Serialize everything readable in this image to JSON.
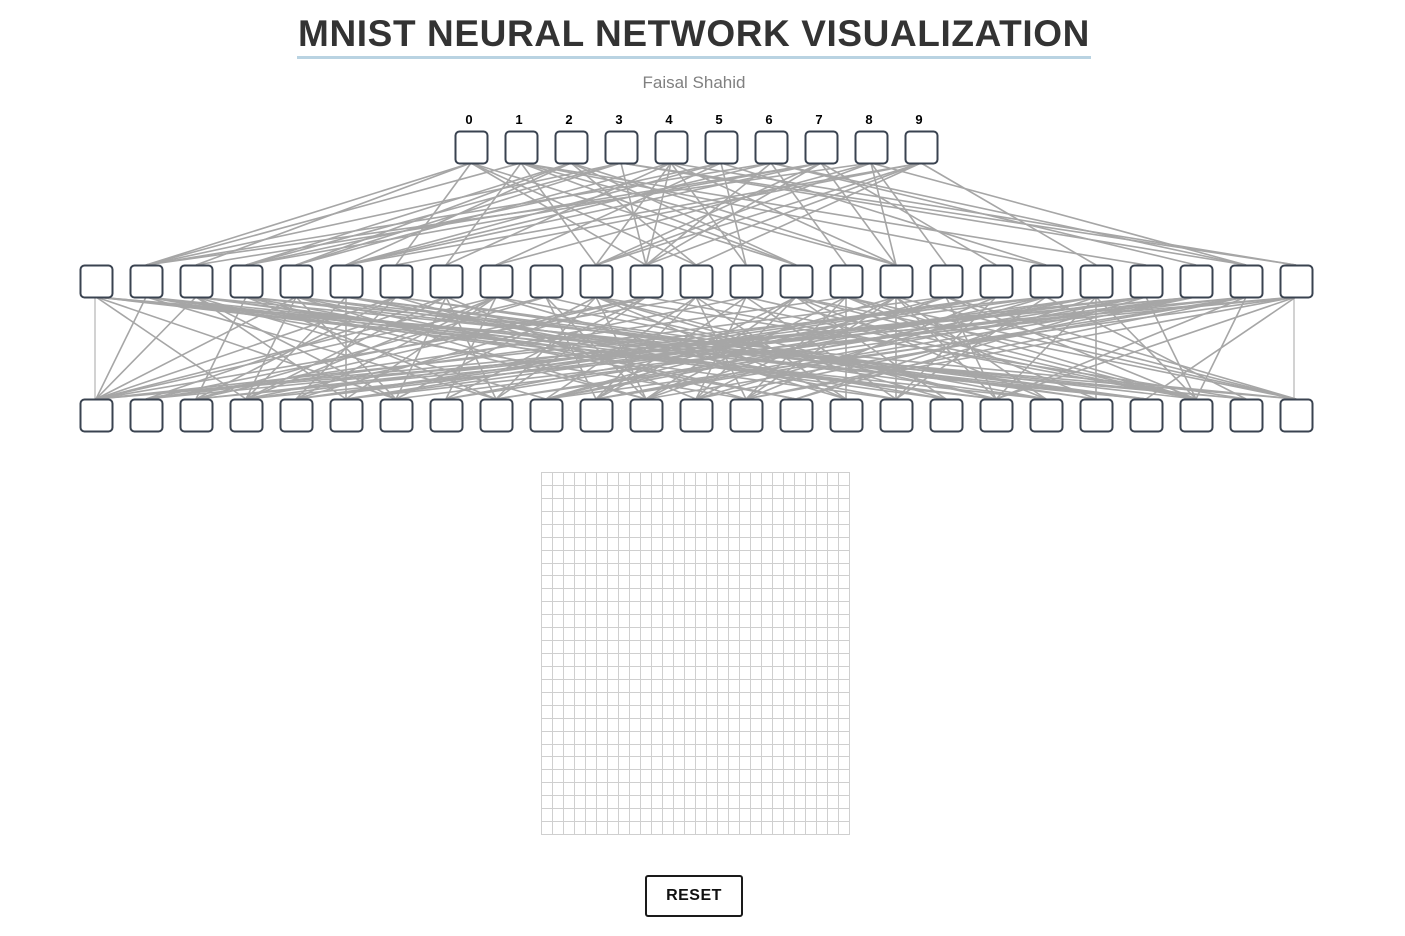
{
  "header": {
    "title": "MNIST NEURAL NETWORK VISUALIZATION",
    "author": "Faisal Shahid"
  },
  "network": {
    "output_labels": [
      "0",
      "1",
      "2",
      "3",
      "4",
      "5",
      "6",
      "7",
      "8",
      "9"
    ],
    "hidden1_count": 25,
    "hidden2_count": 25
  },
  "input_grid": {
    "rows": 28,
    "cols": 28
  },
  "controls": {
    "reset_label": "RESET"
  },
  "colors": {
    "node_border": "#3a4350",
    "connection": "#a6a6a6",
    "grid_line": "#cfcfcf",
    "title_underline": "#b9d3e2"
  }
}
